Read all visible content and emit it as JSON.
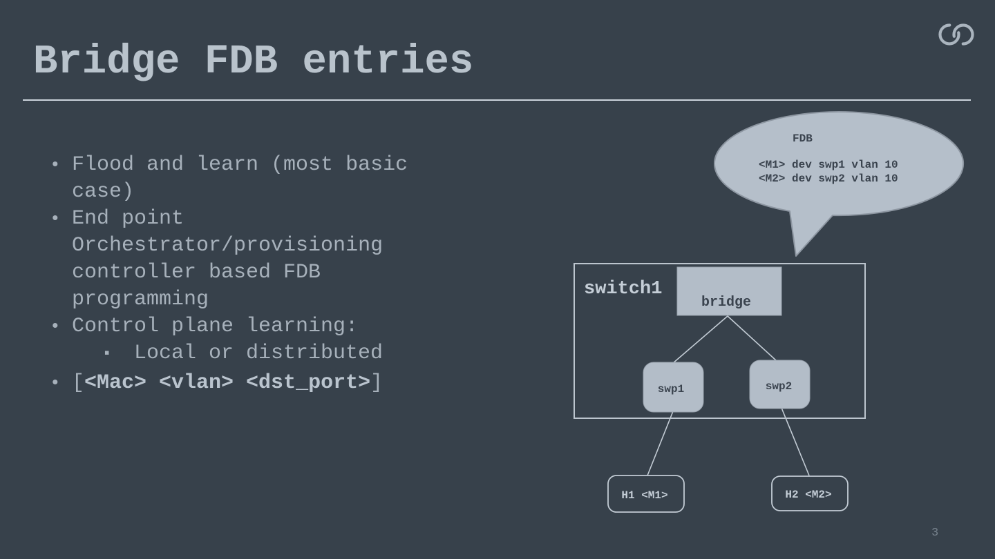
{
  "title": "Bridge FDB entries",
  "page_number": "3",
  "logo_icon": "interlocked-rings",
  "bullets": {
    "level1_marker": "•",
    "level2_marker": "▪",
    "items": [
      {
        "level": 1,
        "text": "Flood and learn (most basic\ncase)"
      },
      {
        "level": 1,
        "text": "End point\nOrchestrator/provisioning\ncontroller based FDB\nprogramming"
      },
      {
        "level": 1,
        "text": "Control plane learning:"
      },
      {
        "level": 2,
        "text": "Local or distributed"
      },
      {
        "level": 1,
        "prefix": "[",
        "bold": "<Mac> <vlan> <dst_port>",
        "suffix": "]"
      }
    ]
  },
  "diagram": {
    "callout": {
      "title": "FDB",
      "entries": [
        "<M1> dev swp1 vlan 10",
        "<M2> dev swp2 vlan 10"
      ]
    },
    "switch_label": "switch1",
    "bridge_label": "bridge",
    "ports": [
      "swp1",
      "swp2"
    ],
    "hosts": [
      "H1 <M1>",
      "H2 <M2>"
    ]
  },
  "colors": {
    "background": "#37414b",
    "title_text": "#b9c3cc",
    "body_text": "#a7b1bb",
    "box_fill": "#b3bdc8",
    "box_dark_text": "#3a434e",
    "outline": "#c3ccd5",
    "callout_border": "#8d96a1"
  }
}
